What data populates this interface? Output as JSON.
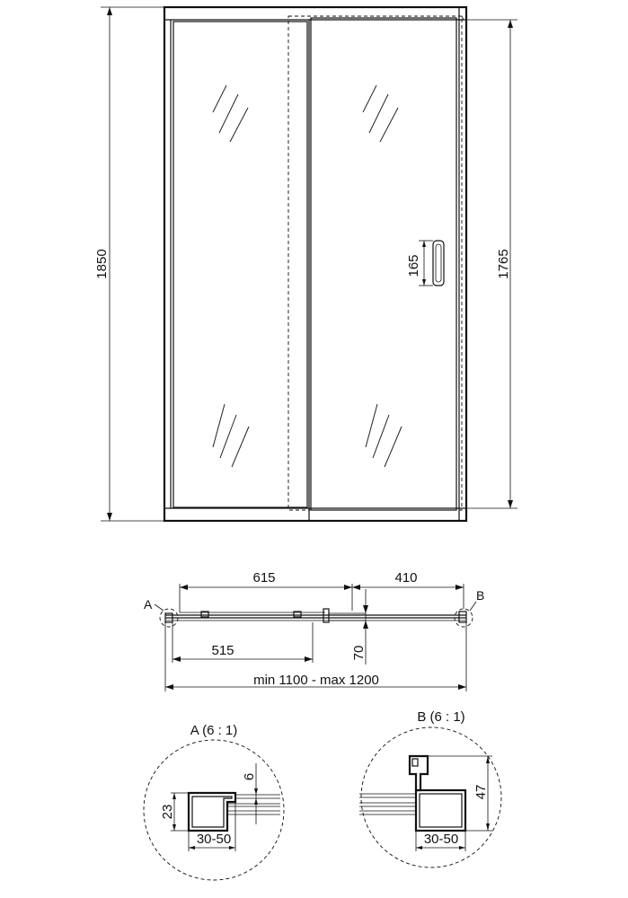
{
  "elevation": {
    "dim_total_height": "1850",
    "dim_door_height": "1765",
    "dim_handle_height": "165"
  },
  "plan": {
    "dim_fixed_panel": "615",
    "dim_opening": "410",
    "dim_inner": "515",
    "dim_depth": "70",
    "dim_width_range": "min 1100 - max 1200",
    "callout_a": "A",
    "callout_b": "B"
  },
  "details": {
    "detail_a": {
      "title": "A (6 : 1)",
      "dim_height": "23",
      "dim_gap": "6",
      "dim_width": "30-50"
    },
    "detail_b": {
      "title": "B (6 : 1)",
      "dim_height": "47",
      "dim_width": "30-50"
    }
  }
}
